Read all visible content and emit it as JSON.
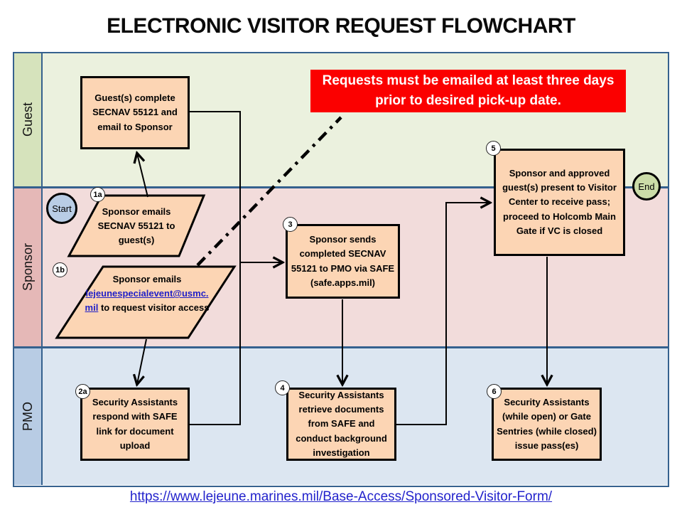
{
  "title": "ELECTRONIC VISITOR REQUEST FLOWCHART",
  "banner": {
    "text": "Requests must be emailed at least three days prior to desired pick-up date."
  },
  "lanes": [
    {
      "label": "Guest"
    },
    {
      "label": "Sponsor"
    },
    {
      "label": "PMO"
    }
  ],
  "nodes": {
    "start": {
      "label": "Start"
    },
    "end": {
      "label": "End"
    },
    "guest_complete": {
      "text": "Guest(s) complete SECNAV 55121 and email to Sponsor"
    },
    "step1a": {
      "badge": "1a",
      "text": "Sponsor emails SECNAV 55121 to guest(s)"
    },
    "step1b": {
      "badge": "1b",
      "text_before": "Sponsor emails",
      "link": "lejeunespecialevent@usmc.mil",
      "text_after": "to request visitor access"
    },
    "step2a": {
      "badge": "2a",
      "text": "Security Assistants respond with SAFE link for document upload"
    },
    "step3": {
      "badge": "3",
      "text": "Sponsor sends completed SECNAV 55121 to PMO via SAFE (safe.apps.mil)"
    },
    "step4": {
      "badge": "4",
      "text": "Security Assistants retrieve documents from SAFE and conduct background investigation"
    },
    "step5": {
      "badge": "5",
      "text": "Sponsor and approved guest(s) present to Visitor Center to receive pass; proceed to Holcomb Main Gate if VC is closed"
    },
    "step6": {
      "badge": "6",
      "text": "Security Assistants (while open) or Gate Sentries (while closed) issue pass(es)"
    }
  },
  "footer": {
    "url": "https://www.lejeune.marines.mil/Base-Access/Sponsored-Visitor-Form/"
  },
  "colors": {
    "banner_bg": "#fb0000",
    "box_fill": "#FCD5B4",
    "frame_border": "#35618E",
    "lane_guest_header": "#D6E3BC",
    "lane_guest_body": "#EBF1DE",
    "lane_sponsor_header": "#E5B8B7",
    "lane_sponsor_body": "#F2DCDB",
    "lane_pmo_header": "#B8CCE4",
    "lane_pmo_body": "#DCE6F1",
    "start_fill": "#B9CDE5",
    "end_fill": "#CBDCA8",
    "link_blue": "#1F1FC8",
    "url_blue": "#2323CC"
  }
}
